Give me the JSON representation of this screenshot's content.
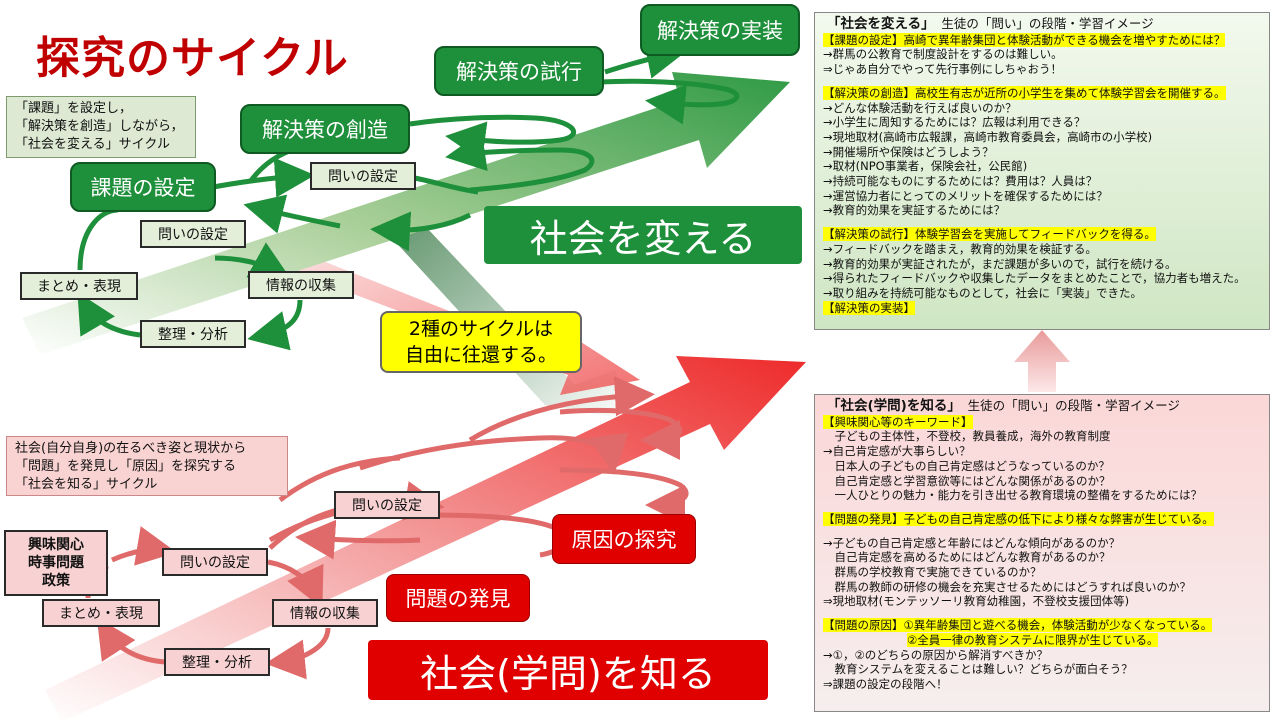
{
  "title": "探究のサイクル",
  "green_cycle": {
    "note": "「課題」を設定し，\n「解決策を創造」しながら，\n「社会を変える」サイクル",
    "stages": {
      "kadai": "課題の設定",
      "sozo": "解決策の創造",
      "shiko": "解決策の試行",
      "jisso": "解決策の実装"
    },
    "steps": {
      "toi1": "問いの設定",
      "toi2": "問いの設定",
      "shushu": "情報の収集",
      "seiri": "整理・分析",
      "matome": "まとめ・表現"
    },
    "banner": "社会を変える"
  },
  "middle_note": "2種のサイクルは\n自由に往還する。",
  "red_cycle": {
    "note": "社会(自分自身)の在るべき姿と現状から\n「問題」を発見し「原因」を探究する\n「社会を知る」サイクル",
    "stages": {
      "kyomi": "興味関心\n時事問題\n政策",
      "hakken": "問題の発見",
      "genin": "原因の探究"
    },
    "steps": {
      "toi1": "問いの設定",
      "toi2": "問いの設定",
      "shushu": "情報の収集",
      "seiri": "整理・分析",
      "matome": "まとめ・表現"
    },
    "banner": "社会(学問)を知る"
  },
  "panel_green": {
    "title": "「社会を変える」",
    "subtitle": "生徒の「問い」の段階・学習イメージ",
    "s1_head": "【課題の設定】高崎で異年齢集団と体験活動ができる機会を増やすためには？",
    "s1_lines": [
      "→群馬の公教育で制度設計をするのは難しい。",
      "⇒じゃあ自分でやって先行事例にしちゃおう！"
    ],
    "s2_head": "【解決策の創造】高校生有志が近所の小学生を集めて体験学習会を開催する。",
    "s2_lines": [
      "→どんな体験活動を行えば良いのか？",
      "→小学生に周知するためには？広報は利用できる？",
      "→現地取材(高崎市広報課，高崎市教育委員会，高崎市の小学校)",
      "→開催場所や保険はどうしよう？",
      "→取材(NPO事業者，保険会社，公民館)",
      "→持続可能なものにするためには？費用は？人員は？",
      "→運営協力者にとってのメリットを確保するためには？",
      "→教育的効果を実証するためには？"
    ],
    "s3_head": "【解決策の試行】体験学習会を実施してフィードバックを得る。",
    "s3_lines": [
      "→フィードバックを踏まえ，教育的効果を検証する。",
      "→教育的効果が実証されたが，まだ課題が多いので，試行を続ける。",
      "→得られたフィードバックや収集したデータをまとめたことで，協力者も増えた。",
      "→取り組みを持続可能なものとして，社会に「実装」できた。"
    ],
    "s4_head": "【解決策の実装】"
  },
  "panel_red": {
    "title": "「社会(学問)を知る」",
    "subtitle": "生徒の「問い」の段階・学習イメージ",
    "s1_head": "【興味関心等のキーワード】",
    "s1_lines": [
      "　子どもの主体性，不登校，教員養成，海外の教育制度",
      "→自己肯定感が大事らしい？",
      "　日本人の子どもの自己肯定感はどうなっているのか？",
      "　自己肯定感と学習意欲等にはどんな関係があるのか？",
      "　一人ひとりの魅力・能力を引き出せる教育環境の整備をするためには？"
    ],
    "s2_head": "【問題の発見】子どもの自己肯定感の低下により様々な弊害が生じている。",
    "s2_lines": [
      "→子どもの自己肯定感と年齢にはどんな傾向があるのか？",
      "　自己肯定感を高めるためにはどんな教育があるのか？",
      "　群馬の学校教育で実施できているのか？",
      "　群馬の教師の研修の機会を充実させるためにはどうすれば良いのか？",
      "⇒現地取材(モンテッソーリ教育幼稚園，不登校支援団体等)"
    ],
    "s3_head": "【問題の原因】①異年齢集団と遊べる機会，体験活動が少なくなっている。",
    "s3_head2": "②全員一律の教育システムに限界が生じている。",
    "s3_lines": [
      "→①，②のどちらの原因から解消すべきか？",
      "　教育システムを変えることは難しい？どちらが面白そう？",
      "⇒課題の設定の段階へ！"
    ]
  },
  "colors": {
    "green": "#1e8f3a",
    "red": "#e00000",
    "green_light": "#e3efd9",
    "red_light": "#f8d2d2",
    "title_red": "#c00000",
    "highlight": "#ffff00"
  }
}
